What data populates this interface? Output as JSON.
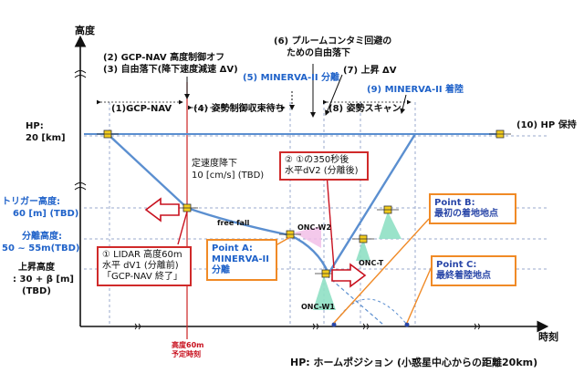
{
  "axes": {
    "y_label": "高度",
    "x_label": "時刻"
  },
  "left_labels": {
    "hp": "HP:",
    "hp_value": "20 [km]",
    "trigger_line1": "トリガー高度:",
    "trigger_line2": "60 [m] (TBD)",
    "sep_line1": "分離高度:",
    "sep_line2": "50 ~ 55m(TBD)",
    "rise_line1": "上昇高度",
    "rise_line2": ": 30 + β [m]",
    "rise_line3": "(TBD)"
  },
  "top_annotations": {
    "gcp_off_line1": "(2) GCP-NAV 高度制御オフ",
    "gcp_off_line2": "(3) 自由落下(降下速度減速 ΔV)",
    "plume_line1": "(6) プルームコンタミ回避の",
    "plume_line2": "ための自由落下",
    "minerva_sep": "(5) MINERVA-II 分離",
    "rise_dv": "(7) 上昇 ΔV",
    "minerva_land": "(9) MINERVA-II 着陸"
  },
  "phases": {
    "p1": "(1)GCP-NAV",
    "p4": "(4) 姿勢制御収束待ち",
    "p8": "(8) 姿勢スキャン",
    "p10": "(10) HP 保持"
  },
  "notes": {
    "const_speed_line1": "定速度降下",
    "const_speed_line2": "10 [cm/s] (TBD)",
    "free_fall": "free fall",
    "onc_w2": "ONC-W2",
    "onc_t": "ONC-T",
    "onc_w1": "ONC-W1",
    "dv2_line1": "② ①の350秒後",
    "dv2_line2": "水平dV2 (分離後)",
    "lidar_line1": "① LIDAR 高度60m",
    "lidar_line2": "水平 dV1 (分離前)",
    "lidar_line3": "「GCP-NAV 終了」",
    "altitude_60m_line1": "高度60m",
    "altitude_60m_line2": "予定時刻"
  },
  "points": {
    "a_line1": "Point A:",
    "a_line2": "MINERVA-II",
    "a_line3": "分離",
    "b_line1": "Point B:",
    "b_line2": "最初の着地地点",
    "c_line1": "Point C:",
    "c_line2": "最終着陸地点"
  },
  "footer": "HP: ホームポジション (小惑星中心からの距離20km)",
  "colors": {
    "trajectory": "#5b8fd0",
    "grid": "#9aa9cc",
    "red_line": "#cc2222",
    "orange": "#f08a26",
    "blue_text": "#1f62c9",
    "cone_green": "#8fe0c4",
    "cone_pink": "#f2c0e8"
  }
}
